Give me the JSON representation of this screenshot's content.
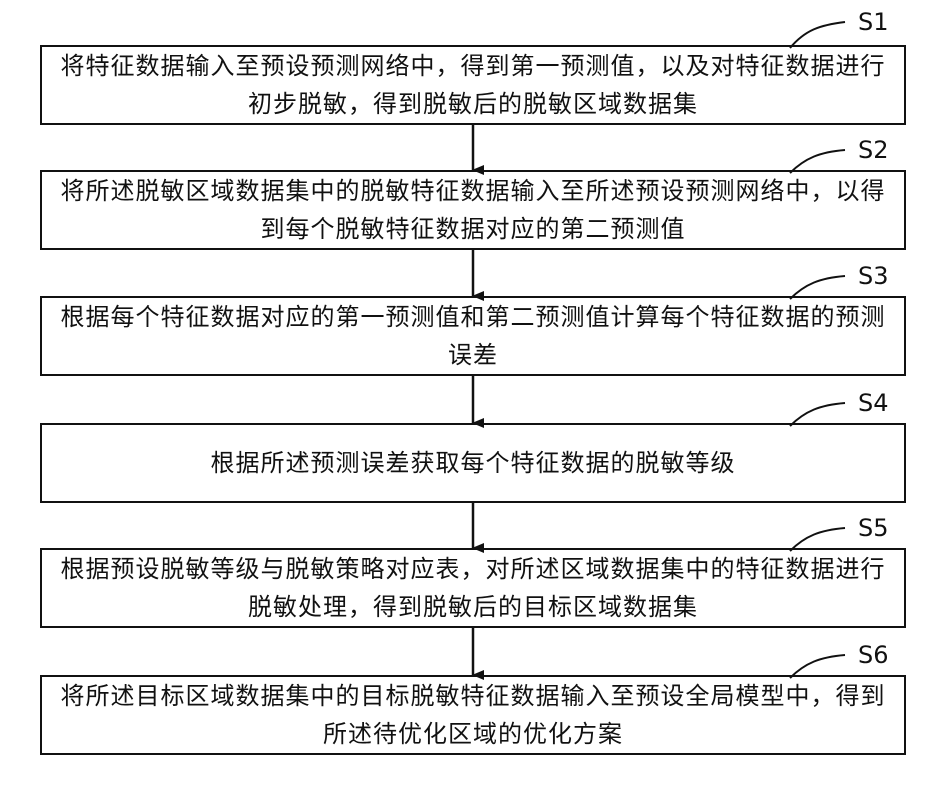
{
  "steps": [
    {
      "id": "S1",
      "text": "将特征数据输入至预设预测网络中，得到第一预测值，以及对特征数据进行初步脱敏，得到脱敏后的脱敏区域数据集"
    },
    {
      "id": "S2",
      "text": "将所述脱敏区域数据集中的脱敏特征数据输入至所述预设预测网络中，以得到每个脱敏特征数据对应的第二预测值"
    },
    {
      "id": "S3",
      "text": "根据每个特征数据对应的第一预测值和第二预测值计算每个特征数据的预测误差"
    },
    {
      "id": "S4",
      "text": "根据所述预测误差获取每个特征数据的脱敏等级"
    },
    {
      "id": "S5",
      "text": "根据预设脱敏等级与脱敏策略对应表，对所述区域数据集中的特征数据进行脱敏处理，得到脱敏后的目标区域数据集"
    },
    {
      "id": "S6",
      "text": "将所述目标区域数据集中的目标脱敏特征数据输入至预设全局模型中，得到所述待优化区域的优化方案"
    }
  ]
}
